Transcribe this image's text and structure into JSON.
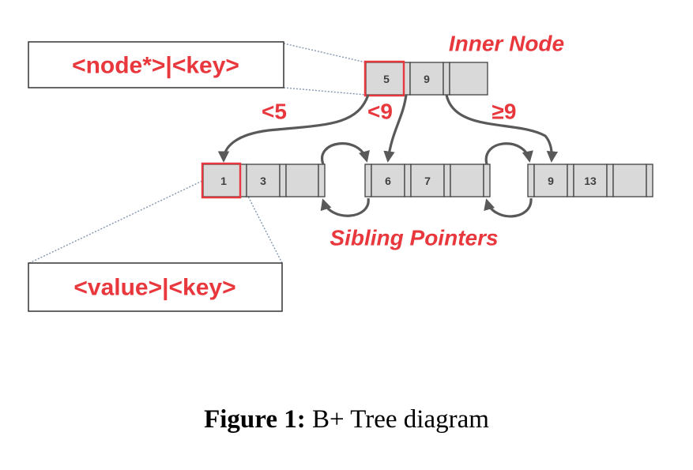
{
  "labels": {
    "node_ptr_key": "<node*>|<key>",
    "value_key": "<value>|<key>",
    "inner_node": "Inner Node",
    "sibling_pointers": "Sibling Pointers",
    "lt5": "<5",
    "lt9": "<9",
    "ge9": "≥9"
  },
  "inner": {
    "keys": [
      "5",
      "9"
    ]
  },
  "leaf1": {
    "keys": [
      "1",
      "3"
    ]
  },
  "leaf2": {
    "keys": [
      "6",
      "7"
    ]
  },
  "leaf3": {
    "keys": [
      "9",
      "13"
    ]
  },
  "caption": {
    "prefix": "Figure 1:",
    "text": "B+ Tree diagram"
  },
  "colors": {
    "accent": "#e8383d",
    "cell": "#d9d9d9",
    "border": "#404040"
  }
}
